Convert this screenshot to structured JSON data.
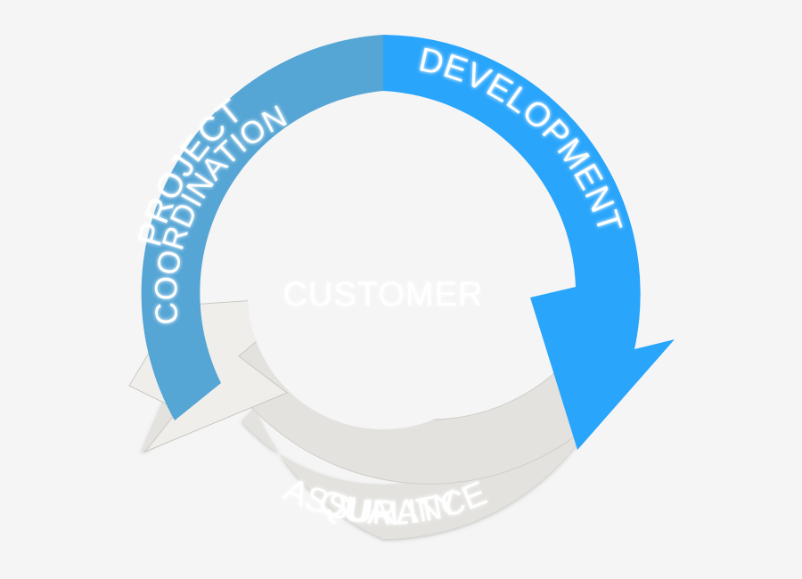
{
  "diagram": {
    "title_center": "CUSTOMER",
    "background_color": "#f5f5f5",
    "stages": [
      {
        "id": "project-coordination",
        "label_line1": "PROJECT",
        "label_line2": "COORDINATION",
        "color": "#55a5d5",
        "text_color": "#ffffff",
        "position": "upper-left"
      },
      {
        "id": "development",
        "label_line1": "DEVELOPMENT",
        "label_line2": "",
        "color": "#29a5fb",
        "text_color": "#ffffff",
        "position": "upper-right",
        "has_arrowhead": true
      },
      {
        "id": "quality-assurance",
        "label_line1": "QUALITY",
        "label_line2": "ASSURANCE",
        "color": "#e3e2de",
        "text_color": "#ffffff",
        "position": "bottom",
        "has_arrowhead": true
      }
    ]
  },
  "chart_data": {
    "type": "pie",
    "title": "CUSTOMER",
    "categories": [
      "PROJECT COORDINATION",
      "DEVELOPMENT",
      "QUALITY ASSURANCE"
    ],
    "values": [
      33.3,
      33.3,
      33.3
    ],
    "colors": [
      "#55a5d5",
      "#29a5fb",
      "#e3e2de"
    ],
    "legend_position": "on-slice",
    "xlabel": "",
    "ylabel": ""
  }
}
